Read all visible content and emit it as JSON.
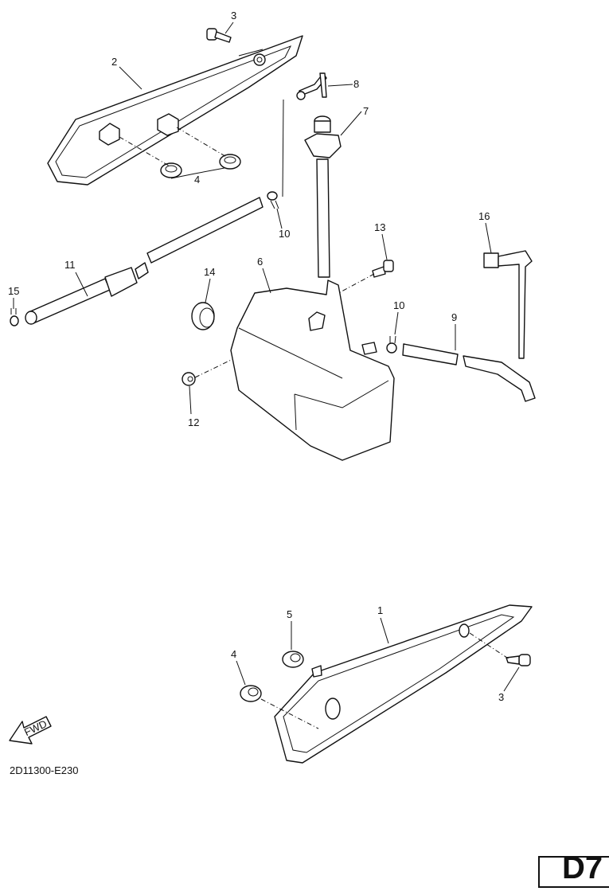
{
  "diagram": {
    "callouts": [
      "3",
      "2",
      "8",
      "7",
      "4",
      "10",
      "16",
      "13",
      "6",
      "11",
      "14",
      "15",
      "10",
      "9",
      "12",
      "5",
      "1",
      "4",
      "3"
    ],
    "fwd_label": "FWD",
    "drawing_code": "2D11300-E230",
    "page_code": "D7"
  }
}
